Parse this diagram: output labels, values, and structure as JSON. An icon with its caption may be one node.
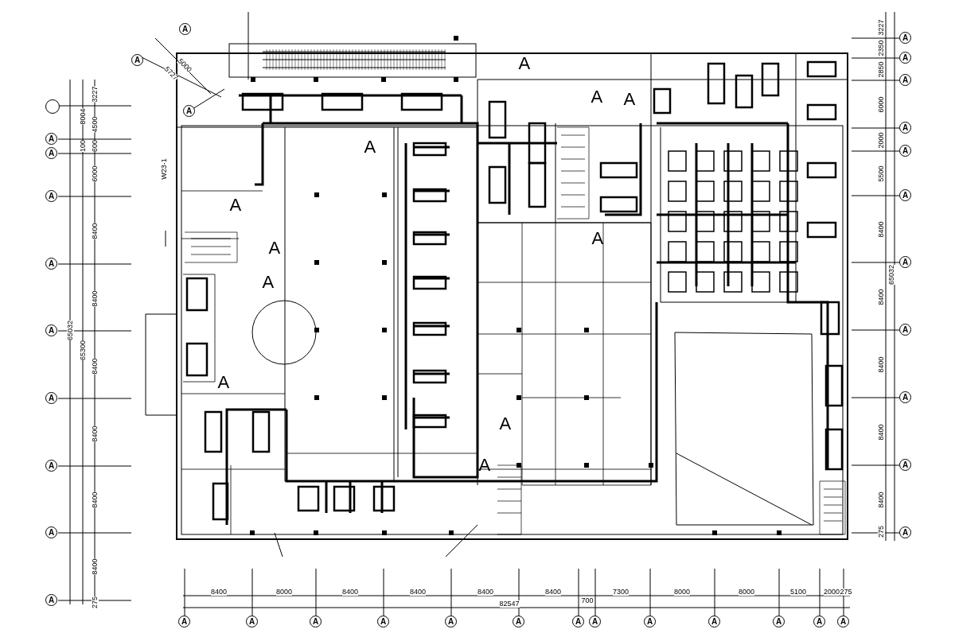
{
  "diagram": {
    "nodes": [
      {
        "text": [],
        "shape": "circle"
      },
      {
        "text": [
          "A"
        ]
      },
      {
        "text": [
          "A"
        ]
      },
      {
        "text": [
          "A"
        ]
      },
      {
        "text": [
          "A"
        ]
      },
      {
        "text": [
          "A"
        ]
      },
      {
        "text": [
          "A"
        ]
      },
      {
        "text": [
          "A"
        ]
      },
      {
        "text": [
          "A"
        ]
      },
      {
        "text": [
          "A"
        ]
      },
      {
        "text": [
          "A"
        ]
      },
      {
        "text": [
          "A"
        ]
      },
      {
        "text": [
          "A"
        ]
      },
      {
        "text": [
          "A"
        ]
      },
      {
        "text": [
          "A"
        ]
      },
      {
        "text": [
          "A"
        ]
      },
      {
        "text": [
          "A"
        ]
      },
      {
        "text": [
          "A"
        ]
      },
      {
        "text": [
          "A"
        ]
      },
      {
        "text": [
          "A"
        ]
      },
      {
        "text": [
          "A"
        ]
      },
      {
        "text": [
          "A"
        ]
      },
      {
        "text": [
          "A"
        ]
      },
      {
        "text": [
          "A"
        ]
      },
      {
        "text": [
          "A"
        ]
      },
      {
        "text": [
          "A"
        ]
      },
      {
        "text": [
          "A"
        ]
      },
      {
        "text": [
          "A"
        ]
      },
      {
        "text": [
          "A"
        ]
      },
      {
        "text": [
          "A"
        ]
      },
      {
        "text": [
          "A"
        ]
      },
      {
        "text": [
          "A"
        ]
      },
      {
        "text": [
          "A"
        ]
      },
      {
        "text": [
          "A"
        ]
      },
      {
        "text": [
          "A"
        ]
      },
      {
        "text": [
          "A"
        ]
      },
      {
        "text": [
          "A"
        ]
      }
    ],
    "labels": [
      "5000",
      "5727",
      "W23-1",
      "3227",
      "8004",
      "4500",
      "100",
      "600",
      "6000",
      "8400",
      "8400",
      "65032",
      "8400",
      "65300",
      "8400",
      "8400",
      "8400",
      "275",
      "3227",
      "2350",
      "2850",
      "6000",
      "2000",
      "5500",
      "8400",
      "8400",
      "65032",
      "8400",
      "8400",
      "8400",
      "275",
      "8400",
      "8000",
      "8400",
      "8400",
      "8400",
      "8400",
      "700",
      "7300",
      "8000",
      "8000",
      "5100",
      "2000",
      "275",
      "82547",
      "A",
      "A",
      "A",
      "A",
      "A",
      "A",
      "A",
      "A",
      "A",
      "A",
      "A"
    ]
  }
}
